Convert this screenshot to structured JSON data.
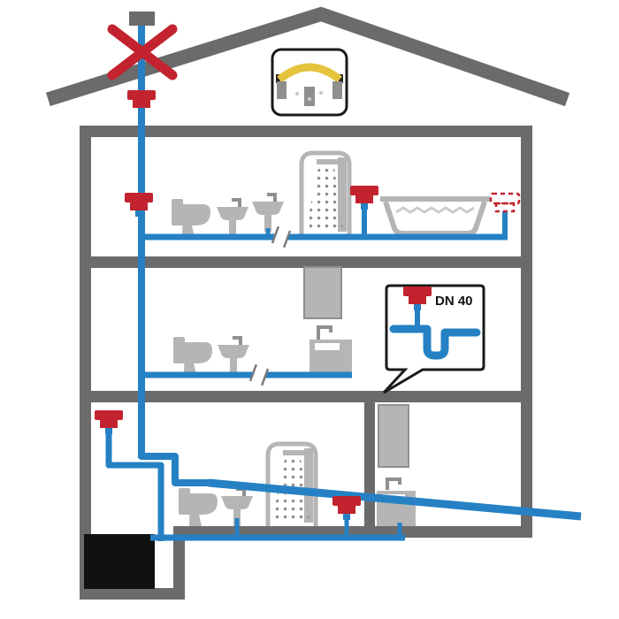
{
  "callout": {
    "label": "DN 40"
  },
  "colors": {
    "structure": "#6b6b6b",
    "fixture": "#b5b5b5",
    "fixture_dark": "#8f8f8f",
    "pipe": "#2581c4",
    "valve": "#c2232e",
    "tank": "#111111",
    "membrane": "#e6c33c",
    "outline": "#1a1a1a",
    "background": "#ffffff"
  },
  "diagram": {
    "type": "house-drainage-cross-section",
    "floors": [
      {
        "name": "attic",
        "items": [
          "roof-vent-crossed-out",
          "air-admittance-valve",
          "membrane-valve-inset"
        ]
      },
      {
        "name": "upper-floor",
        "items": [
          "toilet",
          "washbasin",
          "washbasin",
          "shower",
          "air-admittance-valve",
          "bathtub",
          "optional-valve-position-dashed"
        ]
      },
      {
        "name": "middle-floor",
        "items": [
          "toilet",
          "washbasin",
          "water-heater",
          "kitchen-sink",
          "dn40-valve-callout"
        ]
      },
      {
        "name": "ground-floor",
        "items": [
          "air-admittance-valve",
          "toilet",
          "washbasin",
          "shower",
          "air-admittance-valve",
          "water-heater",
          "kitchen-sink",
          "sewage-lifting-tank"
        ]
      }
    ]
  }
}
